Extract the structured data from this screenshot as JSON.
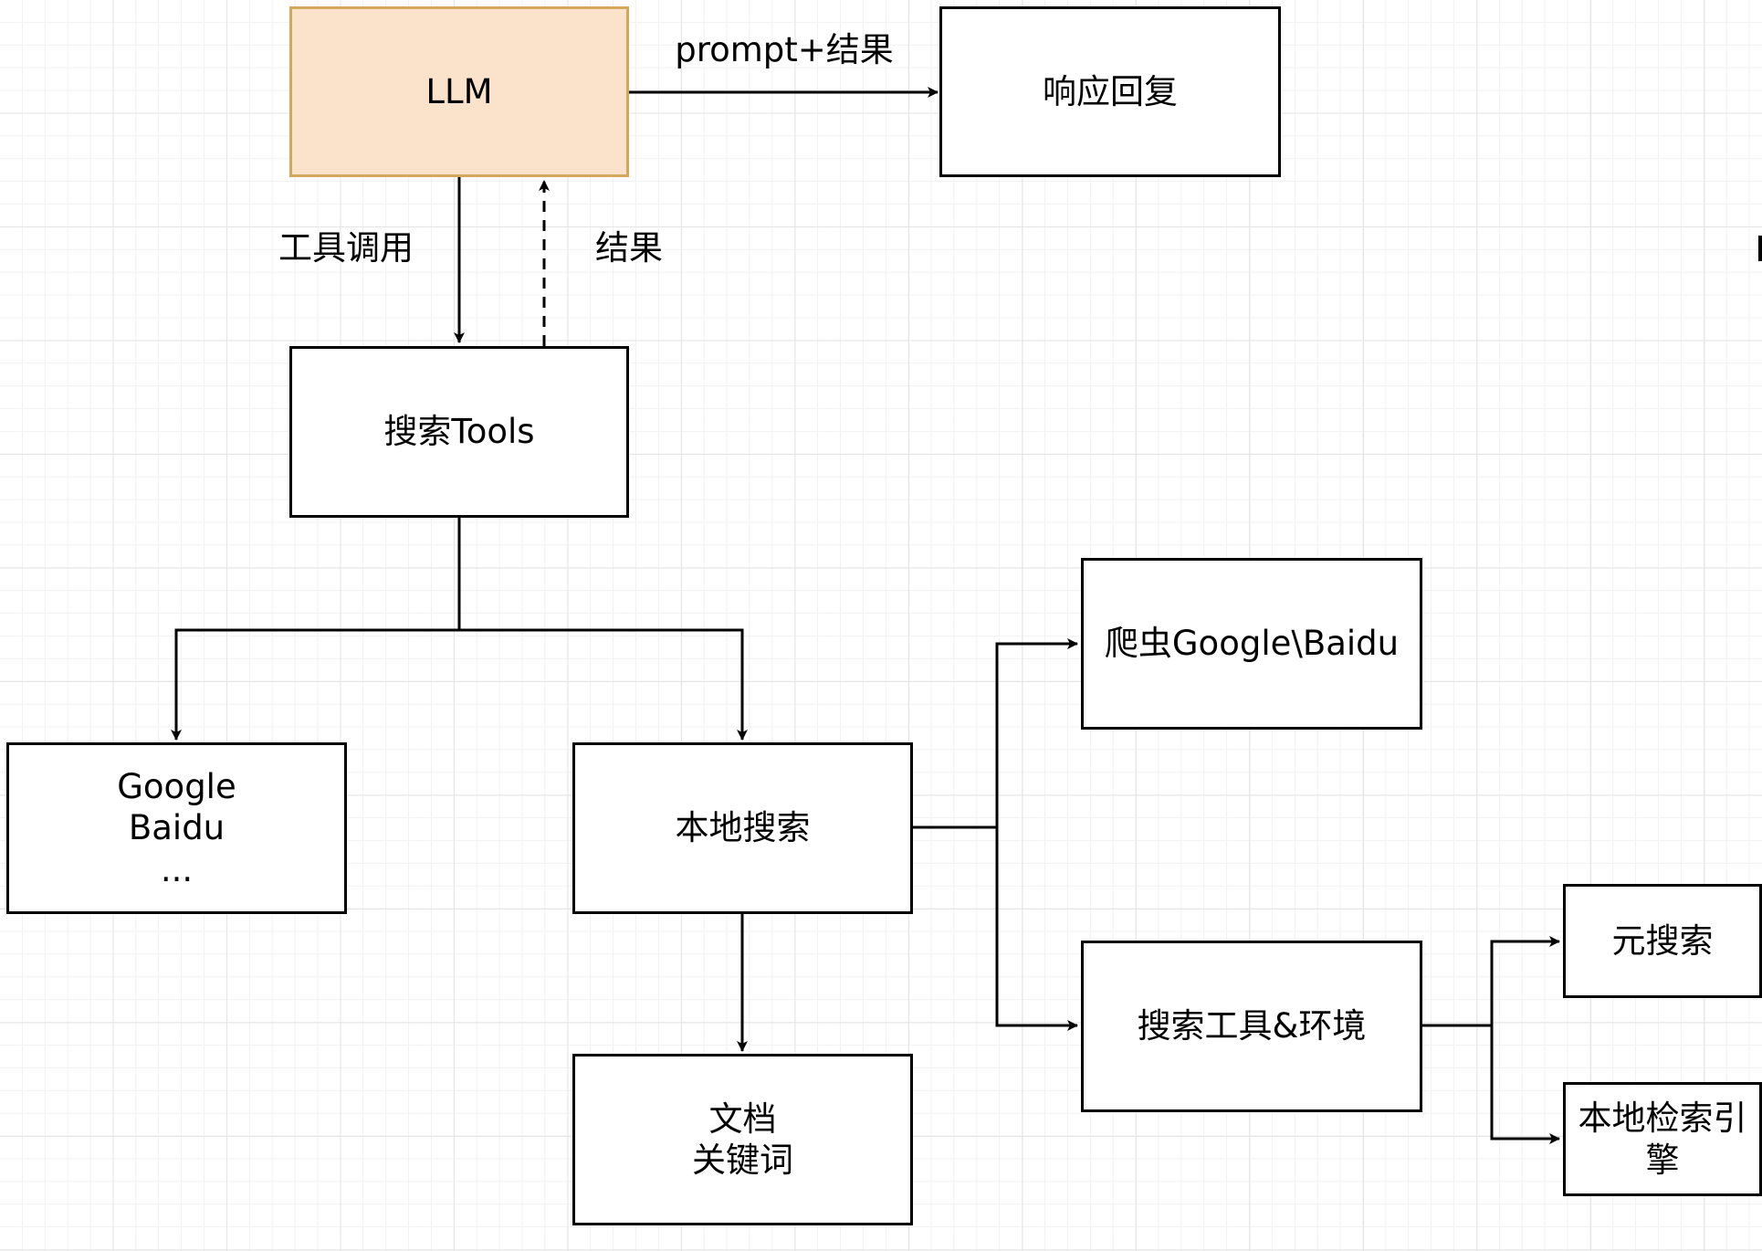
{
  "nodes": {
    "llm": {
      "label": "LLM"
    },
    "response": {
      "label": "响应回复"
    },
    "search_tools": {
      "label": "搜索Tools"
    },
    "web_search": {
      "lines": [
        "Google",
        "Baidu",
        "..."
      ]
    },
    "local_search": {
      "label": "本地搜索"
    },
    "crawler": {
      "label": "爬虫Google\\Baidu"
    },
    "search_tools_env": {
      "label": "搜索工具&环境"
    },
    "doc_keywords": {
      "lines": [
        "文档",
        "关键词"
      ]
    },
    "meta_search": {
      "label": "元搜索"
    },
    "local_engine": {
      "label": "本地检索引擎"
    }
  },
  "edges": {
    "prompt_result": "prompt+结果",
    "tool_call": "工具调用",
    "result": "结果"
  },
  "colors": {
    "llm_fill": "#fbe3cb",
    "llm_border": "#d4a85c",
    "stroke": "#000000",
    "grid": "#e4e4e4"
  }
}
